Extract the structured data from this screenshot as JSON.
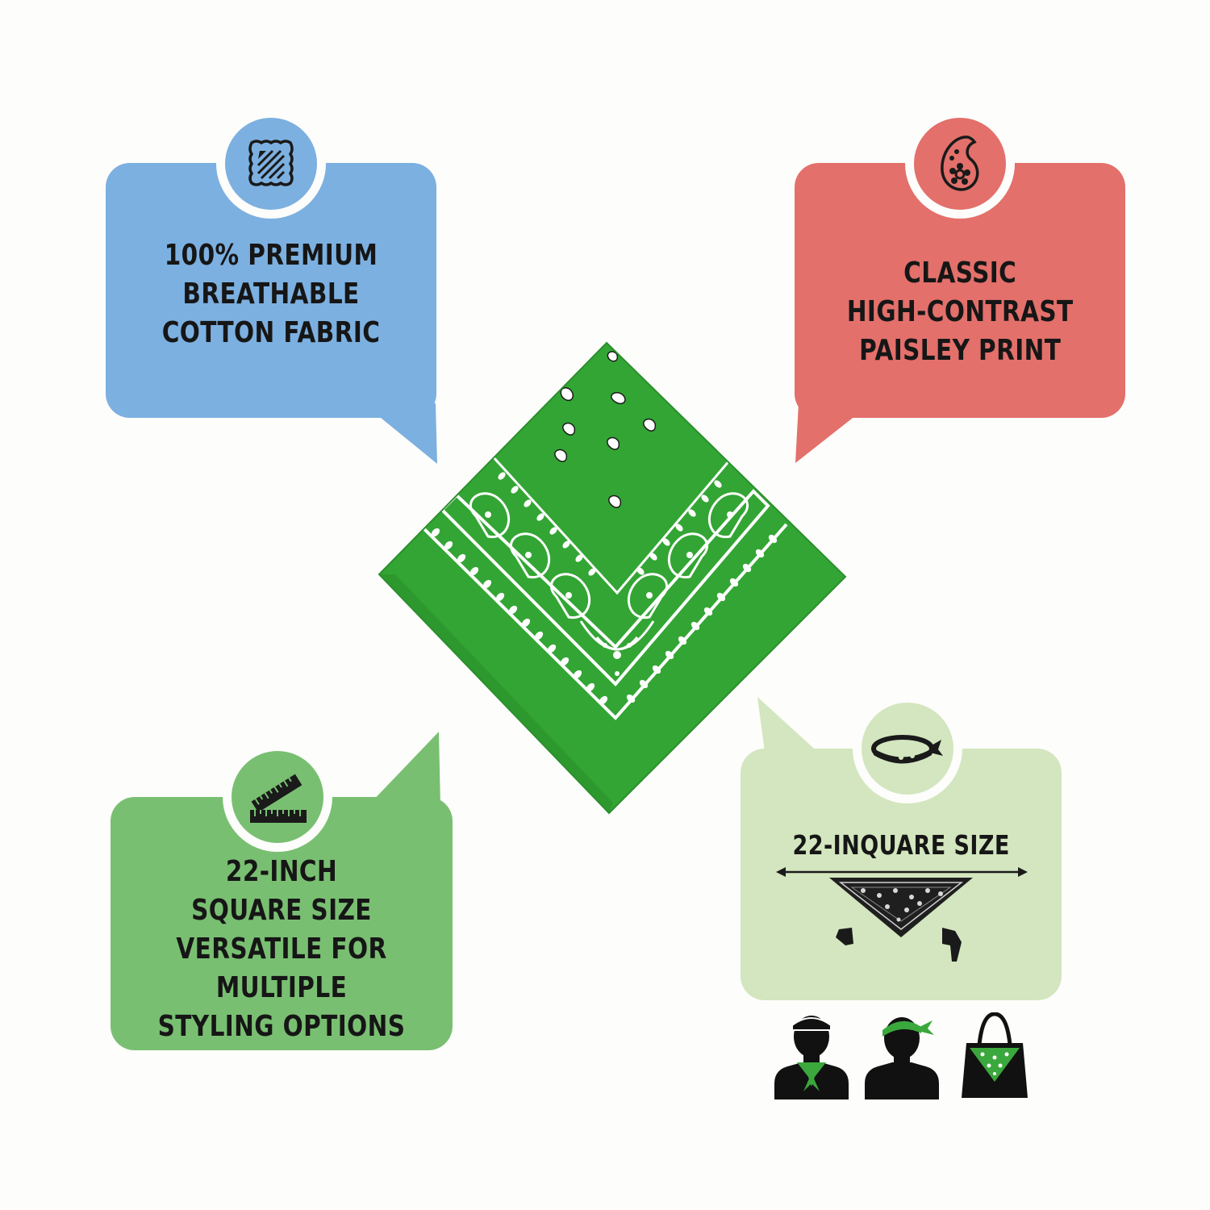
{
  "colors": {
    "blue": "#7cb0e0",
    "red": "#e3706b",
    "green": "#79bf72",
    "light_green": "#d3e6bf",
    "bandana_green": "#33a534"
  },
  "cards": {
    "fabric": {
      "icon": "fabric-swatch-icon",
      "lines": [
        "100% PREMIUM",
        "BREATHABLE",
        "COTTON FABRIC"
      ]
    },
    "print": {
      "icon": "paisley-icon",
      "lines": [
        "CLASSIC",
        "HIGH-CONTRAST",
        "PAISLEY PRINT"
      ]
    },
    "size": {
      "icon": "ruler-icon",
      "lines": [
        "22-INCH",
        "SQUARE SIZE",
        "VERSATILE FOR MULTIPLE",
        "STYLING OPTIONS"
      ]
    },
    "styling": {
      "icon": "headband-icon",
      "label": "22-INQUARE SIZE",
      "figures": [
        "neck-scarf-figure-icon",
        "head-bandana-figure-icon",
        "bandana-tote-bag-icon"
      ]
    }
  }
}
